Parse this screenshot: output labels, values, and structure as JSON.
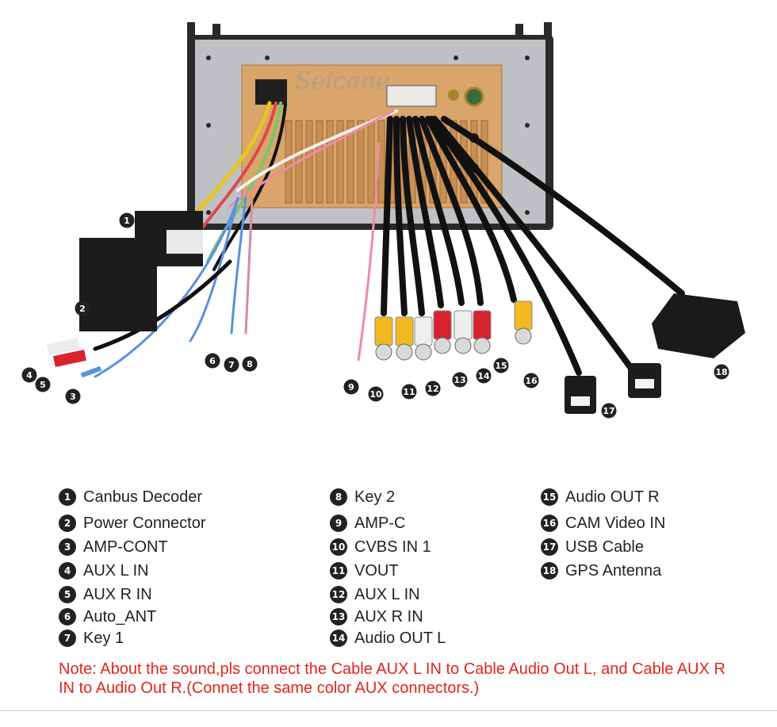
{
  "diagram": {
    "watermark": "Seicane",
    "callouts": [
      "1",
      "2",
      "3",
      "4",
      "5",
      "6",
      "7",
      "8",
      "9",
      "10",
      "11",
      "12",
      "13",
      "14",
      "15",
      "16",
      "17",
      "18"
    ]
  },
  "legend": [
    {
      "num": "1",
      "label": "Canbus Decoder"
    },
    {
      "num": "2",
      "label": "Power Connector"
    },
    {
      "num": "3",
      "label": "AMP-CONT"
    },
    {
      "num": "4",
      "label": "AUX L IN"
    },
    {
      "num": "5",
      "label": "AUX R IN"
    },
    {
      "num": "6",
      "label": "Auto_ANT"
    },
    {
      "num": "7",
      "label": "Key 1"
    },
    {
      "num": "8",
      "label": "Key 2"
    },
    {
      "num": "9",
      "label": "AMP-C"
    },
    {
      "num": "10",
      "label": "CVBS IN 1"
    },
    {
      "num": "11",
      "label": "VOUT"
    },
    {
      "num": "12",
      "label": "AUX L IN"
    },
    {
      "num": "13",
      "label": "AUX R IN"
    },
    {
      "num": "14",
      "label": "Audio OUT L"
    },
    {
      "num": "15",
      "label": "Audio OUT R"
    },
    {
      "num": "16",
      "label": "CAM Video IN"
    },
    {
      "num": "17",
      "label": "USB Cable"
    },
    {
      "num": "18",
      "label": "GPS Antenna"
    }
  ],
  "note": "Note: About the sound,pls connect the Cable AUX L IN to Cable Audio Out L, and Cable AUX R IN to  Audio Out R.(Connet the same color AUX connectors.)",
  "colors": {
    "rca_red": "#d8232e",
    "rca_white": "#eeeeee",
    "rca_yellow": "#f2b820",
    "board": "#d9a56a",
    "panel": "#b9bbbe",
    "note": "#e3241b"
  }
}
